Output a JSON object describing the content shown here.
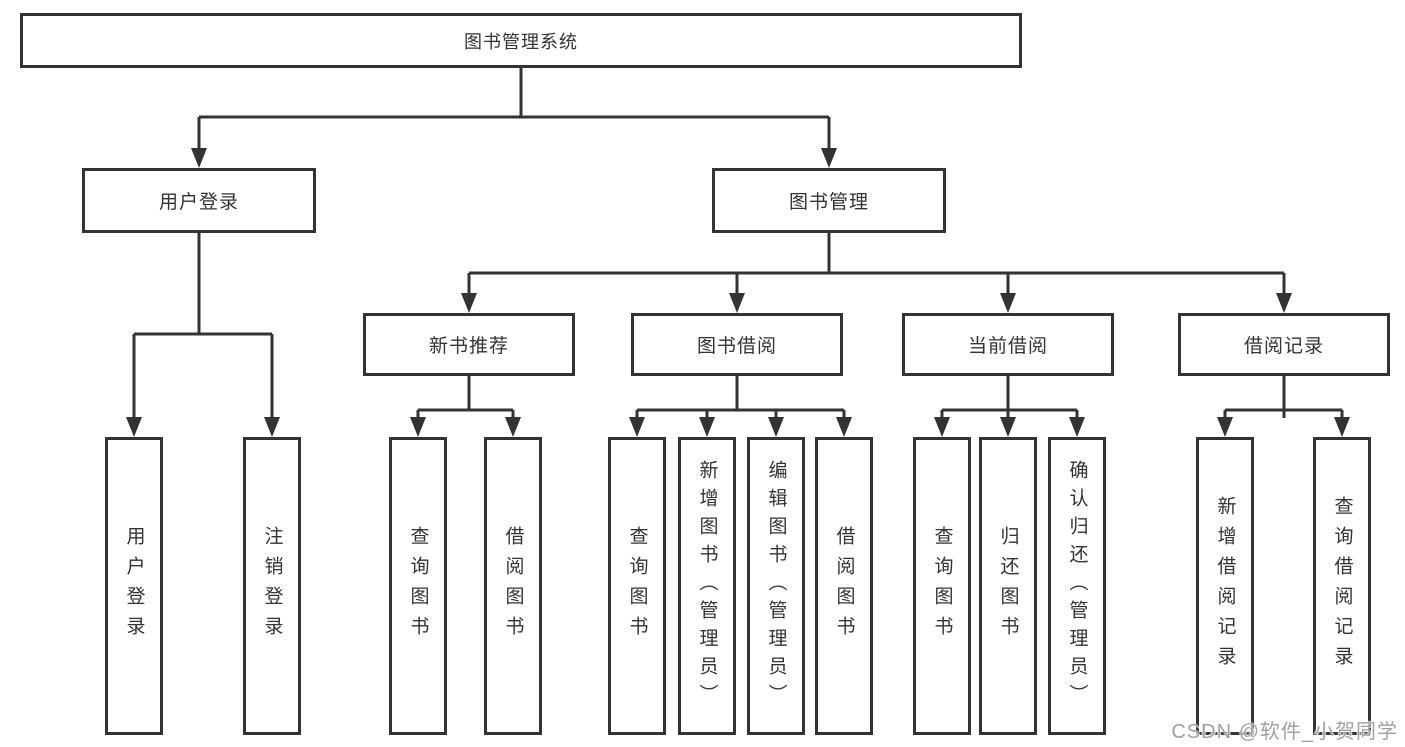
{
  "diagram": {
    "root": {
      "label": "图书管理系统"
    },
    "level2": [
      {
        "label": "用户登录"
      },
      {
        "label": "图书管理"
      }
    ],
    "level3": [
      {
        "label": "新书推荐"
      },
      {
        "label": "图书借阅"
      },
      {
        "label": "当前借阅"
      },
      {
        "label": "借阅记录"
      }
    ],
    "leaves": [
      {
        "label": "用户登录"
      },
      {
        "label": "注销登录"
      },
      {
        "label": "查询图书"
      },
      {
        "label": "借阅图书"
      },
      {
        "label": "查询图书"
      },
      {
        "label": "新增图书（管理员）"
      },
      {
        "label": "编辑图书（管理员）"
      },
      {
        "label": "借阅图书"
      },
      {
        "label": "查询图书"
      },
      {
        "label": "归还图书"
      },
      {
        "label": "确认归还（管理员）"
      },
      {
        "label": "新增借阅记录"
      },
      {
        "label": "查询借阅记录"
      }
    ]
  },
  "watermark": {
    "text": "CSDN @软件_小贺同学"
  },
  "colors": {
    "line": "#333333",
    "box_background": "#ffffff",
    "text": "#333333",
    "watermark": "#9fa0a4"
  }
}
